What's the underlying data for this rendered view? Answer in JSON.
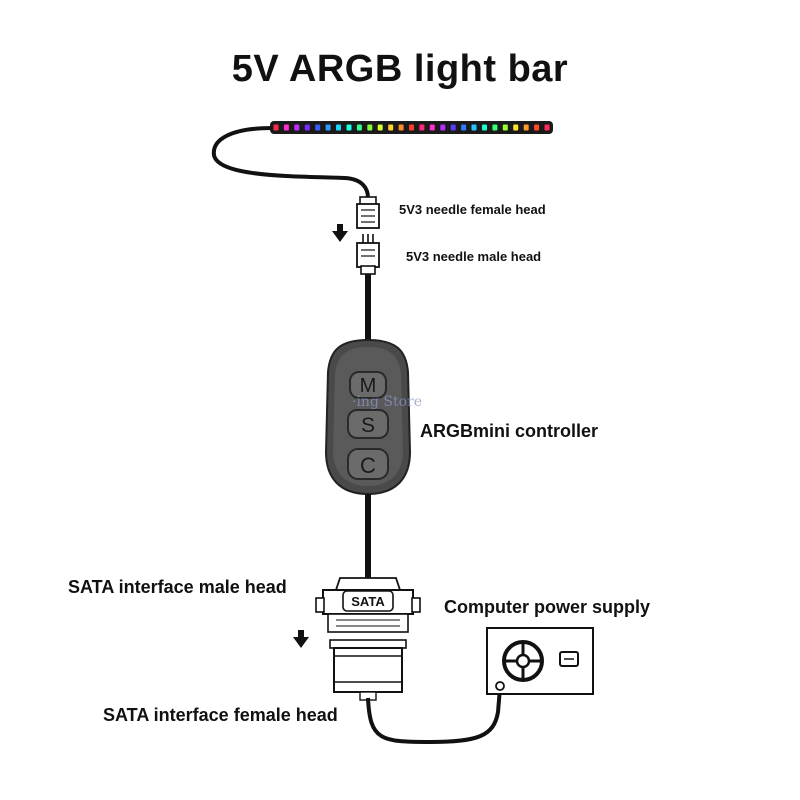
{
  "title": "5V ARGB light bar",
  "labels": {
    "female_3pin": "5V3 needle female head",
    "male_3pin": "5V3 needle male head",
    "controller": "ARGBmini controller",
    "sata_male": "SATA interface male head",
    "sata_female": "SATA interface female head",
    "psu": "Computer power supply"
  },
  "controller_buttons": [
    "M",
    "S",
    "C"
  ],
  "sata_badge": "SATA",
  "watermark": "·ing Store",
  "led_colors": [
    "#ff2a4a",
    "#ff2fd0",
    "#c12cff",
    "#7a2bff",
    "#3b5bff",
    "#2f9bff",
    "#19d6ff",
    "#19ffe0",
    "#2dff8e",
    "#7dff3a",
    "#d6ff2b",
    "#ffd22b",
    "#ff8a2b",
    "#ff3b2b",
    "#ff2a7a",
    "#ff2fd0",
    "#b62cff",
    "#5a3bff",
    "#2f7bff",
    "#1fc6ff",
    "#19ffd0",
    "#35ff7a",
    "#9bff2f",
    "#ffe02b",
    "#ff9a2b",
    "#ff4a2b",
    "#ff2a5a"
  ]
}
